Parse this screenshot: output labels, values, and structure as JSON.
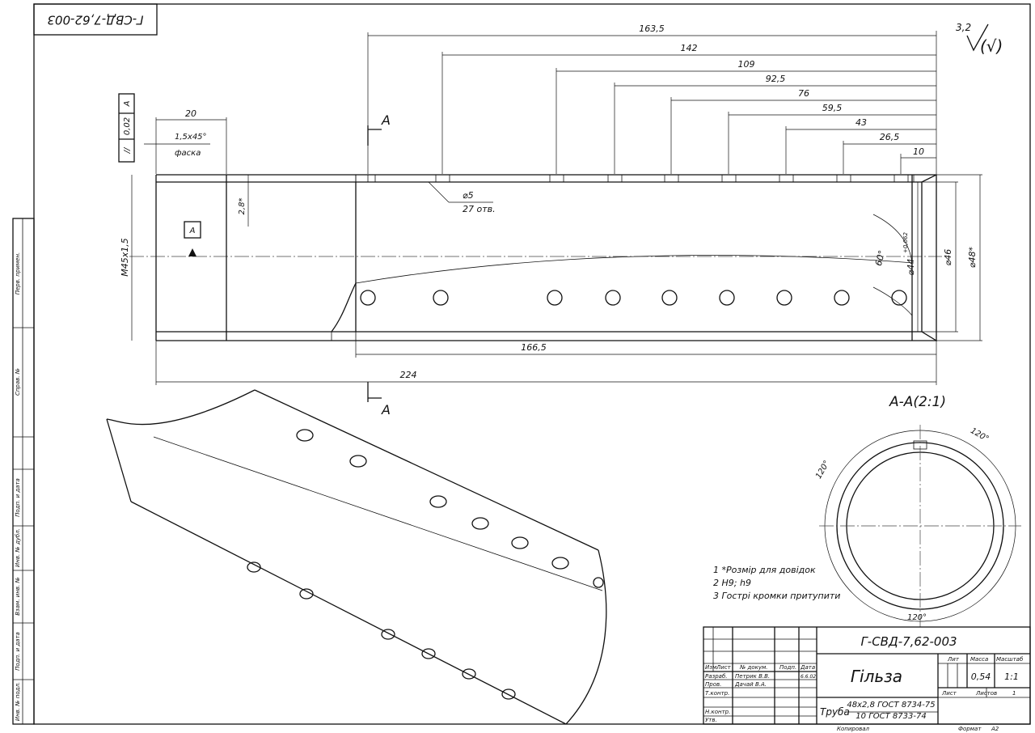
{
  "drawing": {
    "code": "Г-СВД-7,62-003",
    "code_rotated": "Г-СВД-7,62-003",
    "part_name": "Гільза",
    "material_prefix": "Труба",
    "material_line1": "48х2,8 ГОСТ 8734-75",
    "material_line2": "10 ГОСТ 8733-74",
    "mass": "0,54",
    "scale": "1:1",
    "sheets_label": "Листов",
    "sheets_value": "1",
    "sheet_label": "Лист",
    "lit_label": "Лит",
    "mass_label": "Масса",
    "scale_label": "Масштаб",
    "copied": "Копировал",
    "format_label": "Формат",
    "format_value": "А2"
  },
  "title_block": {
    "headers": [
      "Изм",
      "Лист",
      "№ докум.",
      "Подп.",
      "Дата"
    ],
    "rows": [
      {
        "role": "Разраб.",
        "name": "Петрик В.В.",
        "date": "6.6.02"
      },
      {
        "role": "Пров.",
        "name": "Дачай В.А.",
        "date": ""
      },
      {
        "role": "Т.контр.",
        "name": "",
        "date": ""
      },
      {
        "role": "Н.контр.",
        "name": "",
        "date": ""
      },
      {
        "role": "Утв.",
        "name": "",
        "date": ""
      }
    ]
  },
  "left_strip": [
    "Перв. примен.",
    "Справ. №",
    "Подп. и дата",
    "Инв. № дубл.",
    "Взам. инв. №",
    "Подп. и дата",
    "Инв. № подл."
  ],
  "notes": [
    "1  *Розмір для довідок",
    "2  Н9; h9",
    "3  Гострі кромки притупити"
  ],
  "roughness": {
    "value": "3,2",
    "suffix": "(√)"
  },
  "tolerance": {
    "symbol": "//",
    "value": "0,02",
    "datum": "A"
  },
  "datum_label": "A",
  "section_marks": [
    "A",
    "A"
  ],
  "section_title": "А-А(2:1)",
  "dimensions": {
    "top_chain": [
      "163,5",
      "142",
      "109",
      "92,5",
      "76",
      "59,5",
      "43",
      "26,5",
      "10"
    ],
    "thread_len": "20",
    "chamfer": "1,5х45°",
    "chamfer_label": "фаска",
    "wall": "2,8*",
    "hole_dia": "⌀5",
    "hole_count": "27 отв.",
    "thread": "М45х1,5",
    "angle": "60°",
    "d44": "⌀44",
    "d44_tol": "+0,062",
    "d46": "⌀46",
    "d48": "⌀48*",
    "bore_len": "166,5",
    "total_len": "224",
    "sec_angle_1": "120°",
    "sec_angle_2": "120°",
    "sec_angle_3": "120°"
  }
}
